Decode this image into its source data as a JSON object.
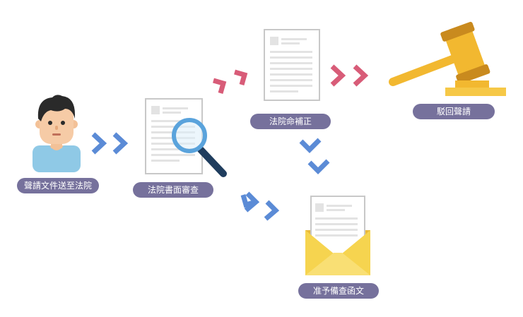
{
  "steps": {
    "applicant": "聲請文件送至法院",
    "review": "法院書面審查",
    "correction": "法院命補正",
    "dismissal": "駁回聲請",
    "approval": "准予備查函文"
  },
  "colors": {
    "label_bg": "#76719c",
    "arrow_blue": "#5b8bd6",
    "arrow_pink": "#d85c78",
    "gavel": "#f2b830",
    "envelope": "#f6d44f",
    "magnifier": "#5aa3dc"
  }
}
